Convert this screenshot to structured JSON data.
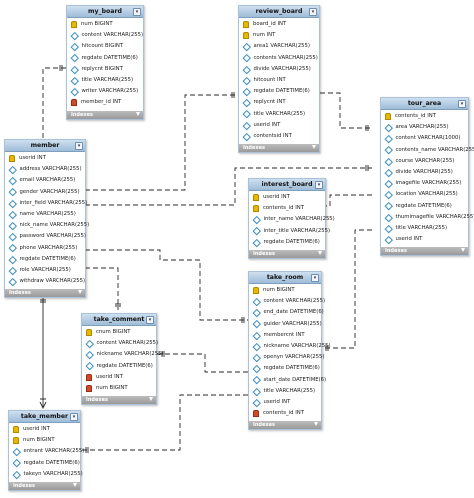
{
  "tables": [
    {
      "id": "my_board",
      "name": "my_board",
      "indexes_label": "Indexes",
      "columns": [
        {
          "kind": "pk",
          "text": "num BIGINT"
        },
        {
          "kind": "col",
          "text": "content VARCHAR(255)"
        },
        {
          "kind": "col",
          "text": "hitcount BIGINT"
        },
        {
          "kind": "col",
          "text": "regdate DATETIME(6)"
        },
        {
          "kind": "col",
          "text": "replycnt BIGINT"
        },
        {
          "kind": "col",
          "text": "title VARCHAR(255)"
        },
        {
          "kind": "col",
          "text": "writer VARCHAR(255)"
        },
        {
          "kind": "fk",
          "text": "member_id INT"
        }
      ]
    },
    {
      "id": "review_board",
      "name": "review_board",
      "indexes_label": "Indexes",
      "columns": [
        {
          "kind": "pk",
          "text": "board_id INT"
        },
        {
          "kind": "pk",
          "text": "num INT"
        },
        {
          "kind": "col",
          "text": "area1 VARCHAR(255)"
        },
        {
          "kind": "col",
          "text": "contents VARCHAR(255)"
        },
        {
          "kind": "col",
          "text": "divide VARCHAR(255)"
        },
        {
          "kind": "col",
          "text": "hitcount INT"
        },
        {
          "kind": "col",
          "text": "regdate DATETIME(6)"
        },
        {
          "kind": "col",
          "text": "replycnt INT"
        },
        {
          "kind": "col",
          "text": "title VARCHAR(255)"
        },
        {
          "kind": "col",
          "text": "userid INT"
        },
        {
          "kind": "col",
          "text": "contentsid INT"
        }
      ]
    },
    {
      "id": "tour_area",
      "name": "tour_area",
      "indexes_label": "Indexes",
      "columns": [
        {
          "kind": "pk",
          "text": "contents_id INT"
        },
        {
          "kind": "col",
          "text": "area VARCHAR(255)"
        },
        {
          "kind": "col",
          "text": "content VARCHAR(1000)"
        },
        {
          "kind": "col",
          "text": "contents_name VARCHAR(255)"
        },
        {
          "kind": "col",
          "text": "course VARCHAR(255)"
        },
        {
          "kind": "col",
          "text": "divide VARCHAR(255)"
        },
        {
          "kind": "col",
          "text": "imagefile VARCHAR(255)"
        },
        {
          "kind": "col",
          "text": "location VARCHAR(255)"
        },
        {
          "kind": "col",
          "text": "regdate DATETIME(6)"
        },
        {
          "kind": "col",
          "text": "thumimagefile VARCHAR(255)"
        },
        {
          "kind": "col",
          "text": "title VARCHAR(255)"
        },
        {
          "kind": "col",
          "text": "userid INT"
        }
      ]
    },
    {
      "id": "member",
      "name": "member",
      "indexes_label": "Indexes",
      "columns": [
        {
          "kind": "pk",
          "text": "userid INT"
        },
        {
          "kind": "col",
          "text": "address VARCHAR(255)"
        },
        {
          "kind": "col",
          "text": "email VARCHAR(255)"
        },
        {
          "kind": "col",
          "text": "gender VARCHAR(255)"
        },
        {
          "kind": "col",
          "text": "inter_field VARCHAR(255)"
        },
        {
          "kind": "col",
          "text": "name VARCHAR(255)"
        },
        {
          "kind": "col",
          "text": "nick_name VARCHAR(255)"
        },
        {
          "kind": "col",
          "text": "password VARCHAR(255)"
        },
        {
          "kind": "col",
          "text": "phone VARCHAR(255)"
        },
        {
          "kind": "col",
          "text": "regdate DATETIME(6)"
        },
        {
          "kind": "col",
          "text": "role VARCHAR(255)"
        },
        {
          "kind": "col",
          "text": "withdraw VARCHAR(255)"
        }
      ]
    },
    {
      "id": "interest_board",
      "name": "interest_board",
      "indexes_label": "Indexes",
      "columns": [
        {
          "kind": "pk",
          "text": "userid INT"
        },
        {
          "kind": "pk",
          "text": "contents_id INT"
        },
        {
          "kind": "col",
          "text": "inter_name VARCHAR(255)"
        },
        {
          "kind": "col",
          "text": "inter_title VARCHAR(255)"
        },
        {
          "kind": "col",
          "text": "regdate DATETIME(6)"
        }
      ]
    },
    {
      "id": "take_room",
      "name": "take_room",
      "indexes_label": "Indexes",
      "columns": [
        {
          "kind": "pk",
          "text": "num BIGINT"
        },
        {
          "kind": "col",
          "text": "content VARCHAR(255)"
        },
        {
          "kind": "col",
          "text": "end_date DATETIME(6)"
        },
        {
          "kind": "col",
          "text": "guider VARCHAR(255)"
        },
        {
          "kind": "col",
          "text": "membercnt INT"
        },
        {
          "kind": "col",
          "text": "nickname VARCHAR(255)"
        },
        {
          "kind": "col",
          "text": "openyn VARCHAR(255)"
        },
        {
          "kind": "col",
          "text": "regdate DATETIME(6)"
        },
        {
          "kind": "col",
          "text": "start_date DATETIME(6)"
        },
        {
          "kind": "col",
          "text": "title VARCHAR(255)"
        },
        {
          "kind": "col",
          "text": "userid INT"
        },
        {
          "kind": "fk",
          "text": "contents_id INT"
        }
      ]
    },
    {
      "id": "take_comment",
      "name": "take_comment",
      "indexes_label": "Indexes",
      "columns": [
        {
          "kind": "pk",
          "text": "cnum BIGINT"
        },
        {
          "kind": "col",
          "text": "content VARCHAR(255)"
        },
        {
          "kind": "col",
          "text": "nickname VARCHAR(255)"
        },
        {
          "kind": "col",
          "text": "regdate DATETIME(6)"
        },
        {
          "kind": "fk",
          "text": "userid INT"
        },
        {
          "kind": "fk",
          "text": "num BIGINT"
        }
      ]
    },
    {
      "id": "take_member",
      "name": "take_member",
      "indexes_label": "Indexes",
      "columns": [
        {
          "kind": "pk",
          "text": "userid INT"
        },
        {
          "kind": "pk",
          "text": "num BIGINT"
        },
        {
          "kind": "col",
          "text": "entrant VARCHAR(255)"
        },
        {
          "kind": "col",
          "text": "regdate DATETIME(6)"
        },
        {
          "kind": "col",
          "text": "takeyn VARCHAR(255)"
        }
      ]
    }
  ]
}
